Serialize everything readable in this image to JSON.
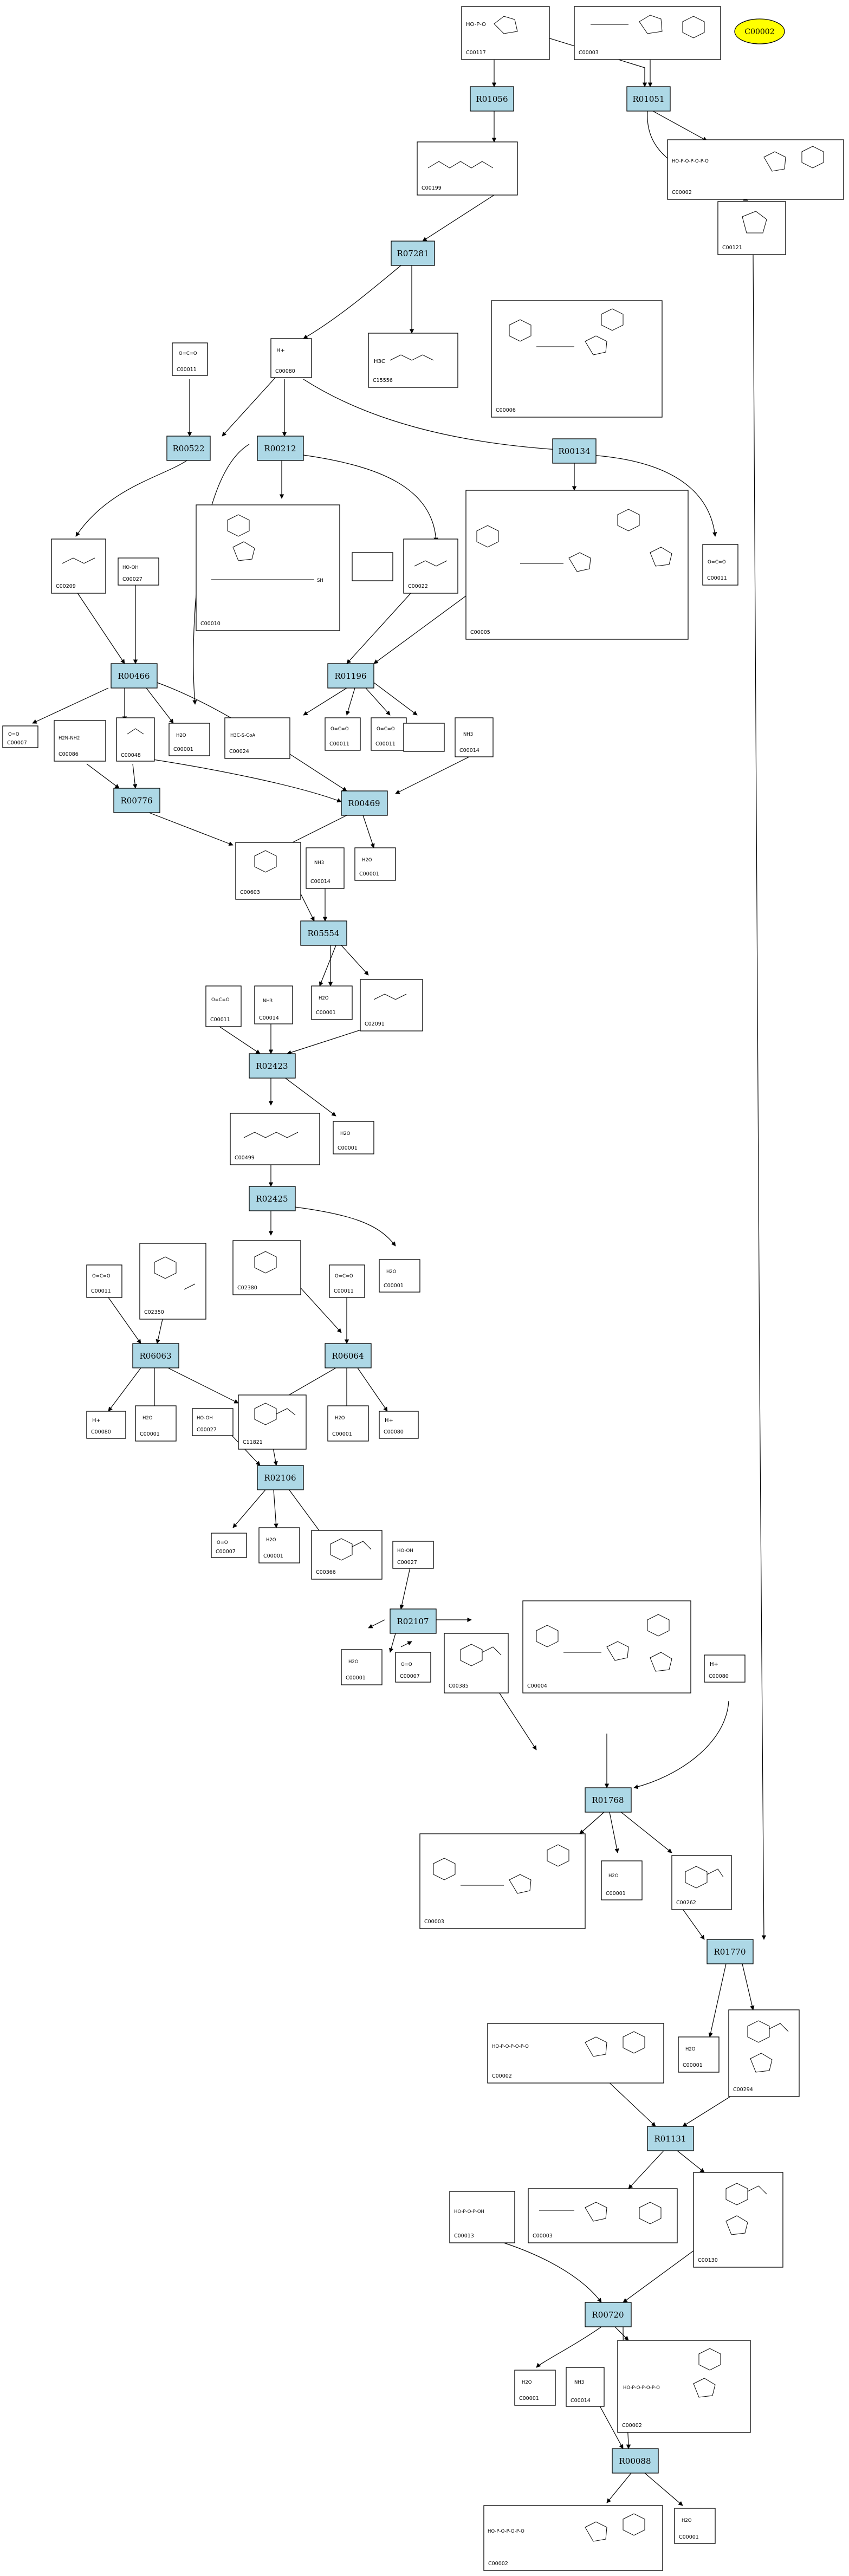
{
  "highlight": {
    "label": "C00002",
    "color": "#ffff00"
  },
  "colors": {
    "reaction_fill": "#add8e6",
    "compound_fill": "#ffffff",
    "highlight": "#ffff00"
  },
  "reactions": [
    {
      "id": "R01056"
    },
    {
      "id": "R01051"
    },
    {
      "id": "R07281"
    },
    {
      "id": "R00522"
    },
    {
      "id": "R00212"
    },
    {
      "id": "R00134"
    },
    {
      "id": "R00466"
    },
    {
      "id": "R01196"
    },
    {
      "id": "R00776"
    },
    {
      "id": "R00469"
    },
    {
      "id": "R05554"
    },
    {
      "id": "R02423"
    },
    {
      "id": "R02425"
    },
    {
      "id": "R06063"
    },
    {
      "id": "R06064"
    },
    {
      "id": "R02106"
    },
    {
      "id": "R02107"
    },
    {
      "id": "R01768"
    },
    {
      "id": "R01770"
    },
    {
      "id": "R01131"
    },
    {
      "id": "R00720"
    },
    {
      "id": "R00088"
    }
  ],
  "compounds": [
    {
      "id": "C00117",
      "formula": "HO-P-O"
    },
    {
      "id": "C00003",
      "formula": ""
    },
    {
      "id": "C00199",
      "formula": ""
    },
    {
      "id": "C00002",
      "formula": "HO-P-O-P-O-P-O"
    },
    {
      "id": "C00121",
      "formula": ""
    },
    {
      "id": "C00011",
      "formula": "O=C=O"
    },
    {
      "id": "C00080",
      "formula": "H+"
    },
    {
      "id": "C15556",
      "formula": "H3C"
    },
    {
      "id": "C00006",
      "formula": ""
    },
    {
      "id": "C00209",
      "formula": ""
    },
    {
      "id": "C00027",
      "formula": "HO-OH"
    },
    {
      "id": "C00010",
      "formula": "SH"
    },
    {
      "id": "C00022",
      "formula": ""
    },
    {
      "id": "C00005",
      "formula": ""
    },
    {
      "id": "C00007",
      "formula": "O=O"
    },
    {
      "id": "C00086",
      "formula": "H2N-NH2"
    },
    {
      "id": "C00048",
      "formula": ""
    },
    {
      "id": "C00001",
      "formula": "H2O"
    },
    {
      "id": "C00024",
      "formula": "H3C-S-CoA"
    },
    {
      "id": "C00014",
      "formula": "NH3"
    },
    {
      "id": "C00603",
      "formula": ""
    },
    {
      "id": "C02091",
      "formula": ""
    },
    {
      "id": "C00499",
      "formula": ""
    },
    {
      "id": "C02350",
      "formula": ""
    },
    {
      "id": "C02380",
      "formula": ""
    },
    {
      "id": "C11821",
      "formula": ""
    },
    {
      "id": "C00366",
      "formula": ""
    },
    {
      "id": "C00385",
      "formula": ""
    },
    {
      "id": "C00004",
      "formula": ""
    },
    {
      "id": "C00262",
      "formula": ""
    },
    {
      "id": "C00294",
      "formula": ""
    },
    {
      "id": "C00130",
      "formula": ""
    },
    {
      "id": "C00013",
      "formula": "HO-P-O-P-OH"
    }
  ]
}
